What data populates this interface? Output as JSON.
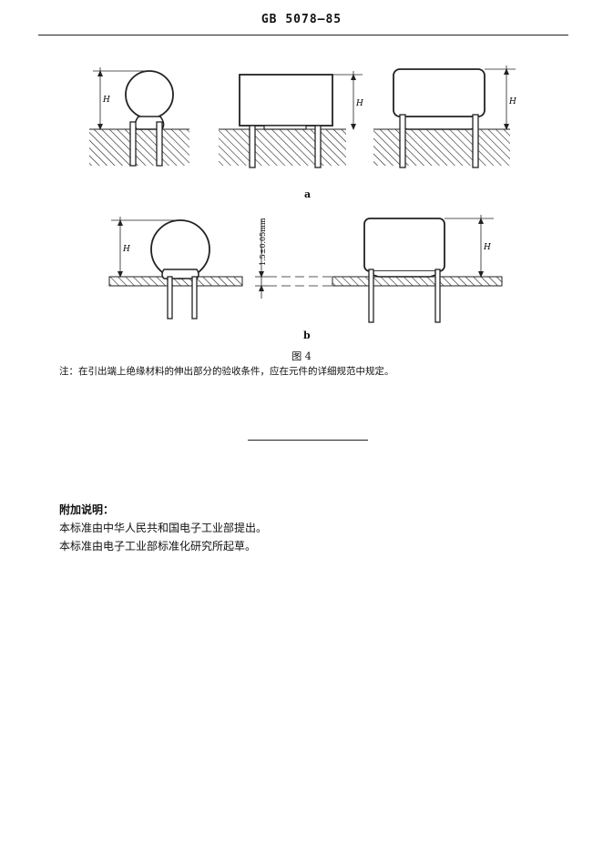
{
  "header": {
    "standard_number": "GB 5078—85"
  },
  "figure": {
    "dimension_label": "H",
    "tolerance_label": "1.5±0.05mm",
    "caption_a": "a",
    "caption_b": "b",
    "title": "图 4"
  },
  "note": "注：在引出端上绝缘材料的伸出部分的验收条件，应在元件的详细规范中规定。",
  "addendum": {
    "heading": "附加说明：",
    "lines": [
      "本标准由中华人民共和国电子工业部提出。",
      "本标准由电子工业部标准化研究所起草。"
    ]
  }
}
